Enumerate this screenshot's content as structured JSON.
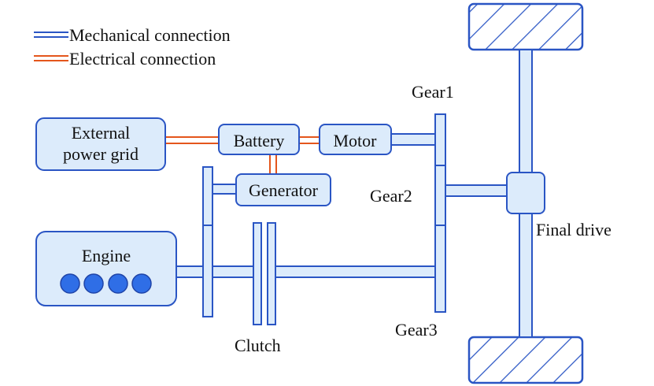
{
  "legend": {
    "mechanical": "Mechanical connection",
    "electrical": "Electrical connection"
  },
  "colors": {
    "mechanical": "#2a55c4",
    "electrical": "#e4561c",
    "fill": "#dcebfb",
    "engine_cylinder": "#2f6ee6"
  },
  "components": {
    "grid_line1": "External",
    "grid_line2": "power grid",
    "battery": "Battery",
    "motor": "Motor",
    "generator": "Generator",
    "engine": "Engine",
    "gear1": "Gear1",
    "gear2": "Gear2",
    "gear3": "Gear3",
    "final_drive": "Final drive",
    "clutch": "Clutch"
  }
}
